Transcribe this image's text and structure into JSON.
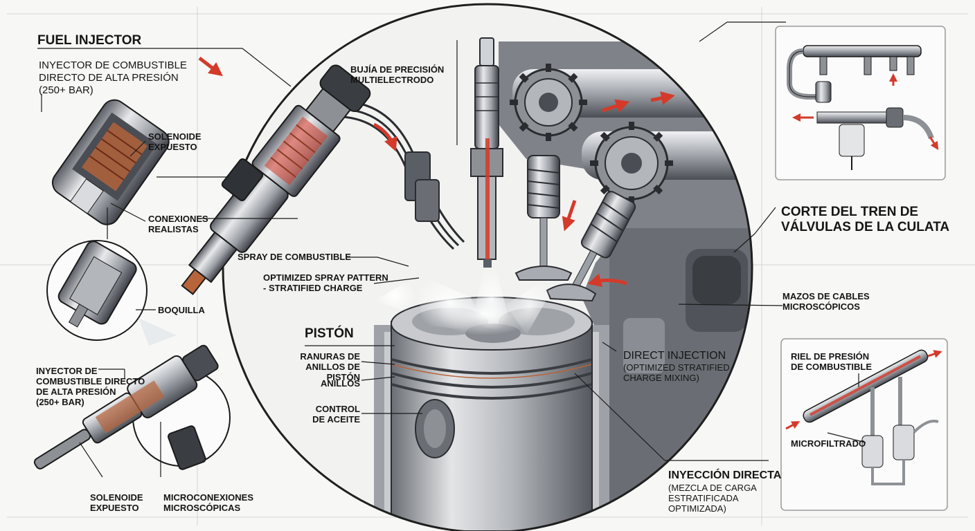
{
  "labels": {
    "fuel_injector_title": "FUEL INJECTOR",
    "injector_description": "INYECTOR DE COMBUSTIBLE\nDIRECTO DE ALTA PRESIÓN\n(250+ BAR)",
    "solenoid_exposed_top": "SOLENOIDE\nEXPUESTO",
    "realistic_connections": "CONEXIONES\nREALISTAS",
    "nozzle": "BOQUILLA",
    "injector_description_small": "INYECTOR DE\nCOMBUSTIBLE DIRECTO\nDE ALTA PRESIÓN\n(250+ BAR)",
    "solenoid_exposed_bottom": "SOLENOIDE\nEXPUESTO",
    "micro_connections": "MICROCONEXIONES\nMICROSCÓPICAS",
    "spark_plug": "BUJÍA DE PRECISIÓN\nMULTIELECTRODO",
    "fuel_spray": "SPRAY DE COMBUSTIBLE",
    "optimized_spray": "OPTIMIZED SPRAY PATTERN\n- STRATIFIED CHARGE",
    "piston": "PISTÓN",
    "ring_grooves": "RANURAS DE\nANILLOS DE PISTÓN",
    "rings": "ANILLOS",
    "oil_control": "CONTROL\nDE ACEITE",
    "valvetrain_cutaway": "CORTE DEL TREN DE\nVÁLVULAS DE LA CULATA",
    "micro_harness": "MAZOS DE CABLES\nMICROSCÓPICOS",
    "direct_injection_en": "DIRECT INJECTION",
    "direct_injection_en_sub": "(OPTIMIZED STRATIFIED\nCHARGE MIXING)",
    "direct_injection_es": "INYECCIÓN DIRECTA",
    "direct_injection_es_sub": "(MEZCLA DE CARGA\nESTRATIFICADA\nOPTIMIZADA)",
    "fuel_rail": "RIEL DE PRESIÓN\nDE COMBUSTIBLE",
    "micro_filter": "MICROFILTRADO"
  },
  "colors": {
    "accent_red": "#d43a2a",
    "metal_dark": "#3a3d42",
    "metal_mid": "#8c9096",
    "metal_light": "#d9dbde",
    "copper": "#b8643a",
    "line": "#1a1a1a",
    "background": "#f7f7f5"
  },
  "icons": [
    "fuel-injector-icon",
    "spark-plug-icon",
    "piston-icon",
    "camshaft-gear-icon",
    "fuel-rail-icon",
    "fuel-filter-icon",
    "flow-arrow-icon"
  ]
}
